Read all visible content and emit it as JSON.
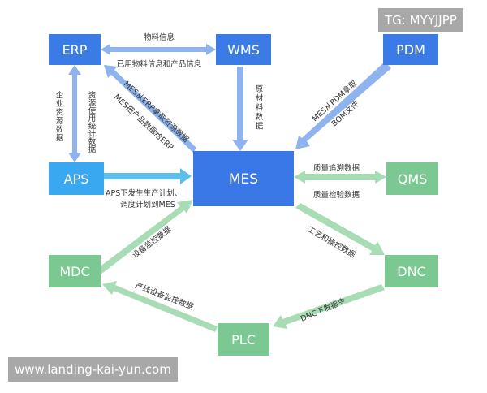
{
  "colors": {
    "blue_box": "#3a7be6",
    "mes_box": "#3b78e7",
    "aps_box": "#3aa8f0",
    "green_box": "#7cc892",
    "blue_arrow": "#8fb3ee",
    "cyan_arrow": "#5cc0ec",
    "green_arrow": "#a8dcb5"
  },
  "nodes": {
    "erp": "ERP",
    "wms": "WMS",
    "pdm": "PDM",
    "aps": "APS",
    "mes": "MES",
    "qms": "QMS",
    "mdc": "MDC",
    "dnc": "DNC",
    "plc": "PLC"
  },
  "edges": {
    "erp_wms_top": "物料信息",
    "erp_wms_bottom": "已用物料信息和产品信息",
    "erp_aps_left": "企业资源数据",
    "erp_aps_right": "资源使用统计数据",
    "mes_to_erp_1": "MES从ERP拿取资源数据",
    "mes_to_erp_2": "MES把产品数据给ERP",
    "wms_to_mes": "原材料数据",
    "pdm_to_mes_1": "MES从PDM拿取",
    "pdm_to_mes_2": "BOM文件",
    "aps_to_mes_1": "APS下发生生产计划、",
    "aps_to_mes_2": "调度计划到MES",
    "mes_qms_top": "质量追溯数据",
    "mes_qms_bottom": "质量检验数据",
    "mdc_to_mes": "设备监控数据",
    "mes_to_dnc": "工艺和操控数据",
    "dnc_to_plc": "DNC下发指令",
    "plc_to_mdc": "产线设备监控数据"
  },
  "overlays": {
    "tag": "TG: MYYJJPP",
    "site": "www.landing-kai-yun.com"
  }
}
